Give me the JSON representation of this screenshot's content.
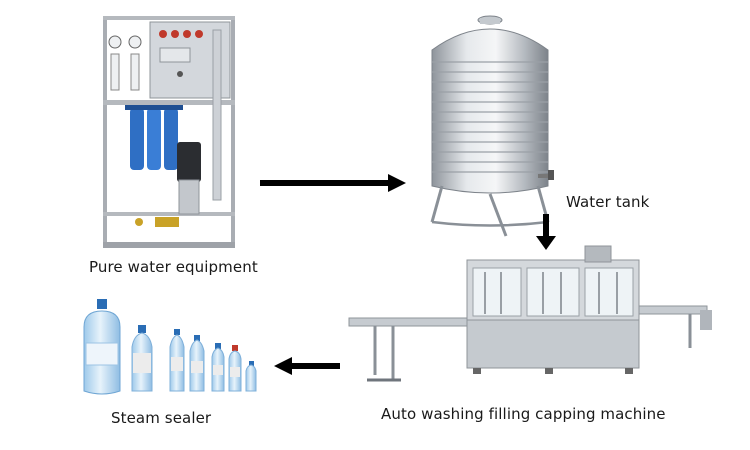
{
  "diagram": {
    "steps": [
      {
        "id": "pure-water",
        "label": "Pure water equipment",
        "icon": "ro-water-purifier-icon"
      },
      {
        "id": "water-tank",
        "label": "Water tank",
        "icon": "stainless-steel-tank-icon"
      },
      {
        "id": "filling-machine",
        "label": "Auto washing filling capping machine",
        "icon": "filling-machine-icon"
      },
      {
        "id": "bottles",
        "label": "Steam sealer",
        "icon": "water-bottles-icon"
      }
    ],
    "colors": {
      "frame": "#b8bcc2",
      "steel": "#c9ced4",
      "blue_filter": "#2f6fc4",
      "arrow": "#000000",
      "bottle": "#cfe6f7"
    }
  }
}
